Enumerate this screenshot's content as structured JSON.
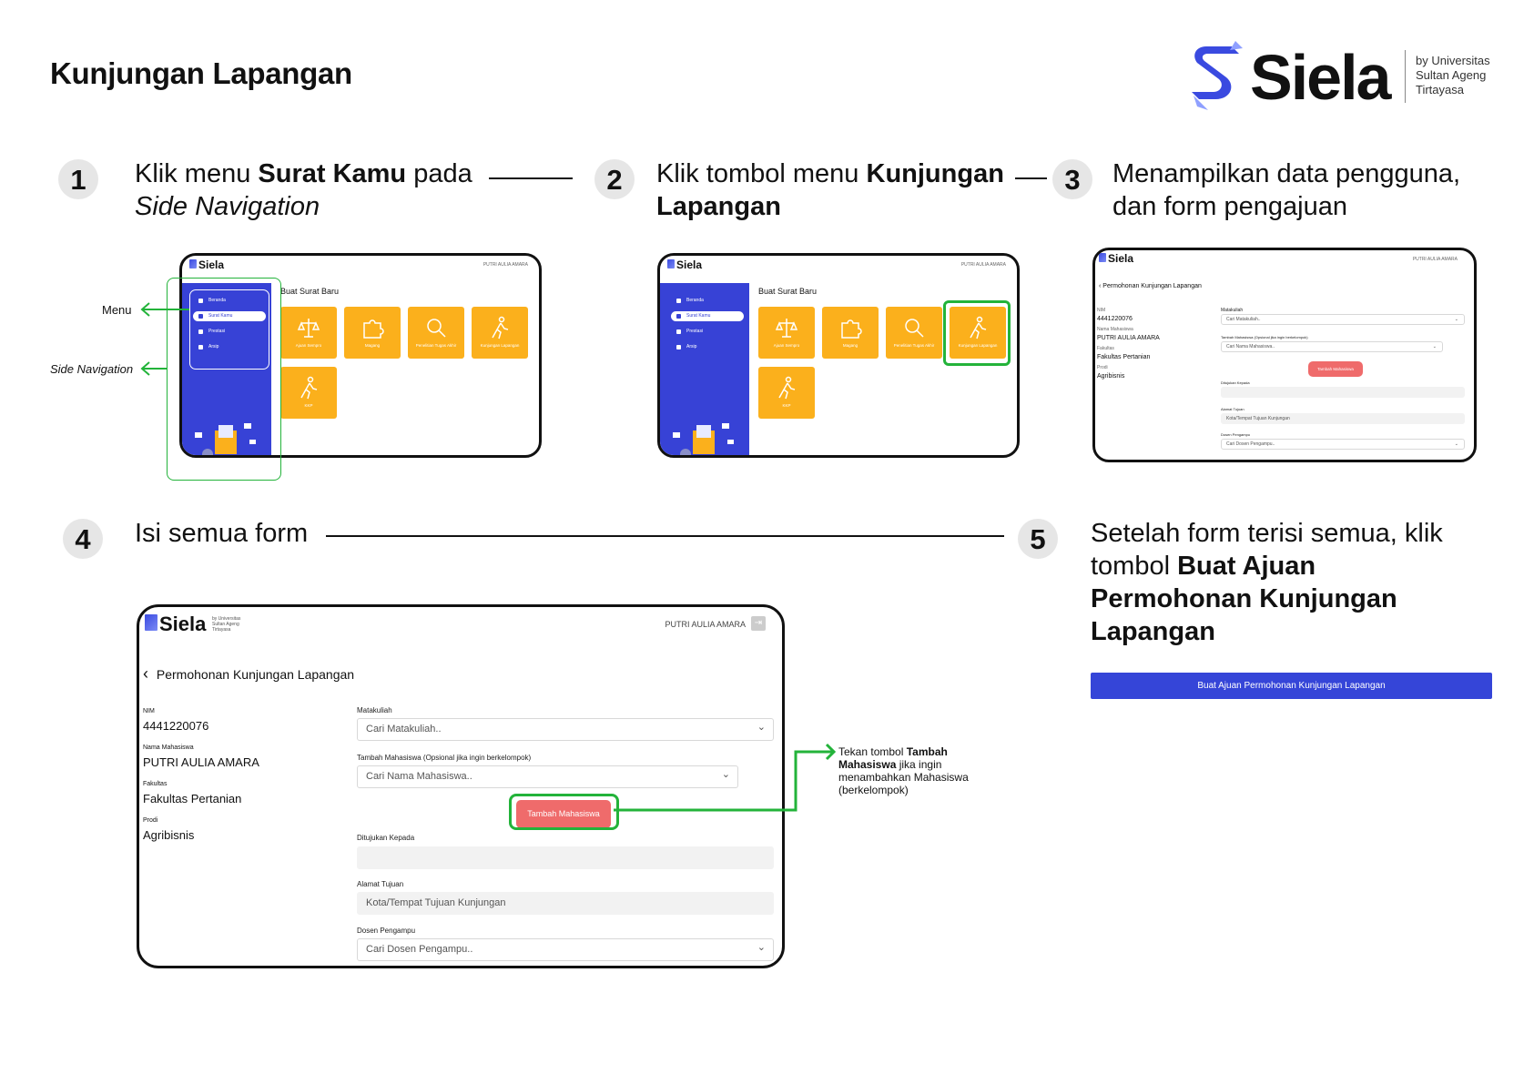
{
  "page": {
    "title": "Kunjungan Lapangan"
  },
  "brand": {
    "name": "Siela",
    "by": "by Universitas Sultan Ageng Tirtayasa"
  },
  "steps": [
    {
      "num": "1",
      "parts": [
        "Klik menu ",
        "Surat Kamu",
        " pada ",
        "Side Navigation"
      ]
    },
    {
      "num": "2",
      "parts": [
        "Klik tombol menu ",
        "Kunjungan Lapangan"
      ]
    },
    {
      "num": "3",
      "parts": [
        "Menampilkan data pengguna,",
        "dan form pengajuan"
      ]
    },
    {
      "num": "4",
      "parts": [
        "Isi semua form"
      ]
    },
    {
      "num": "5",
      "parts": [
        "Setelah form terisi semua, klik tombol ",
        "Buat Ajuan Permohonan Kunjungan Lapangan"
      ]
    }
  ],
  "annotations": {
    "menu": "Menu",
    "side_nav": "Side Navigation",
    "tambah_note_parts": [
      "Tekan tombol ",
      "Tambah Mahasiswa",
      " jika ingin menambahkan Mahasiswa (berkelompok)"
    ]
  },
  "app": {
    "logo": "Siela",
    "logo_by": "by Universitas Sultan Ageng Tirtayasa",
    "user": "PUTRI AULIA AMARA",
    "buat_surat_title": "Buat Surat Baru",
    "sidebar_items": [
      "Beranda",
      "Surat Kamu",
      "Prestasi",
      "Arsip"
    ],
    "tiles": [
      "Ajuan Sempro",
      "Magang",
      "Penelitian Tugas Akhir",
      "Kunjungan Lapangan",
      "KKP"
    ],
    "form_title": "Permohonan Kunjungan Lapangan",
    "profile": {
      "nim_label": "NIM",
      "nim": "4441220076",
      "nama_label": "Nama Mahasiswa",
      "nama": "PUTRI AULIA AMARA",
      "fakultas_label": "Fakultas",
      "fakultas": "Fakultas Pertanian",
      "prodi_label": "Prodi",
      "prodi": "Agribisnis"
    },
    "form": {
      "matakuliah_label": "Matakuliah",
      "matakuliah_ph": "Cari Matakuliah..",
      "tambah_label": "Tambah Mahasiswa (Opsional jika ingin berkelompok)",
      "tambah_ph": "Cari Nama Mahasiswa..",
      "tambah_btn": "Tambah Mahasiswa",
      "ditujukan_label": "Ditujukan Kepada",
      "alamat_label": "Alamat Tujuan",
      "alamat_ph": "Kota/Tempat Tujuan Kunjungan",
      "dosen_label": "Dosen Pengampu",
      "dosen_ph": "Cari Dosen Pengampu.."
    },
    "submit_label": "Buat Ajuan Permohonan Kunjungan Lapangan"
  },
  "colors": {
    "primary": "#3742d6",
    "tile": "#fbb01c",
    "pink": "#ef6b6b",
    "green": "#23b33a"
  }
}
